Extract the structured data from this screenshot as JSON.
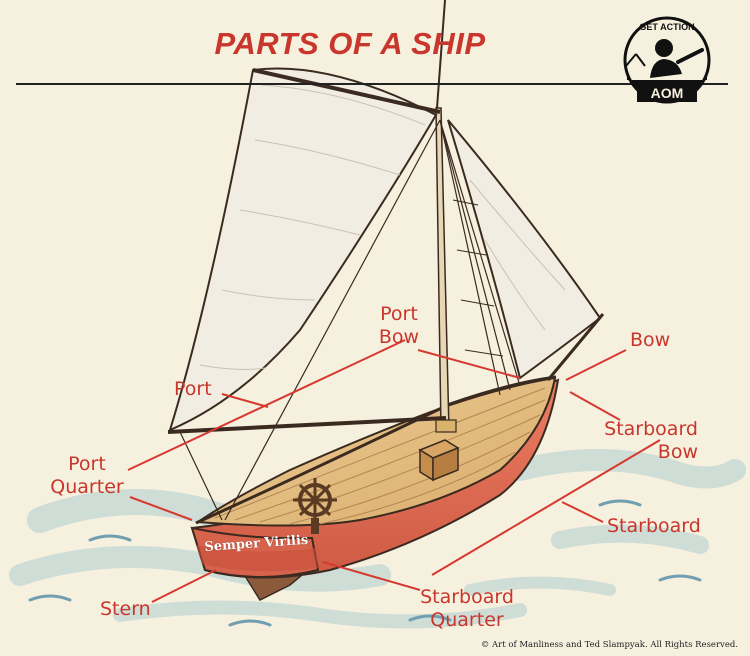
{
  "title": "PARTS OF A SHIP",
  "stern_name": "Semper Virilis",
  "credit": "© Art of Manliness and Ted Slampyak. All Rights Reserved.",
  "logo": {
    "top_text": "GET ACTION",
    "bottom_text": "AOM",
    "icon": "man-with-sword-icon"
  },
  "labels": {
    "port_bow": [
      "Port",
      "Bow"
    ],
    "bow": "Bow",
    "port": "Port",
    "starboard_bow": [
      "Starboard",
      "Bow"
    ],
    "port_quarter": [
      "Port",
      "Quarter"
    ],
    "starboard": "Starboard",
    "stern": "Stern",
    "starboard_quarter": [
      "Starboard",
      "Quarter"
    ]
  },
  "colors": {
    "background": "#f6f0df",
    "label": "#c9362b",
    "leader": "#d6392f",
    "rule": "#222222",
    "hull": "#e46d55",
    "deck": "#e8c48a",
    "sail": "#f1ede2",
    "water": "#9fc6cf"
  }
}
